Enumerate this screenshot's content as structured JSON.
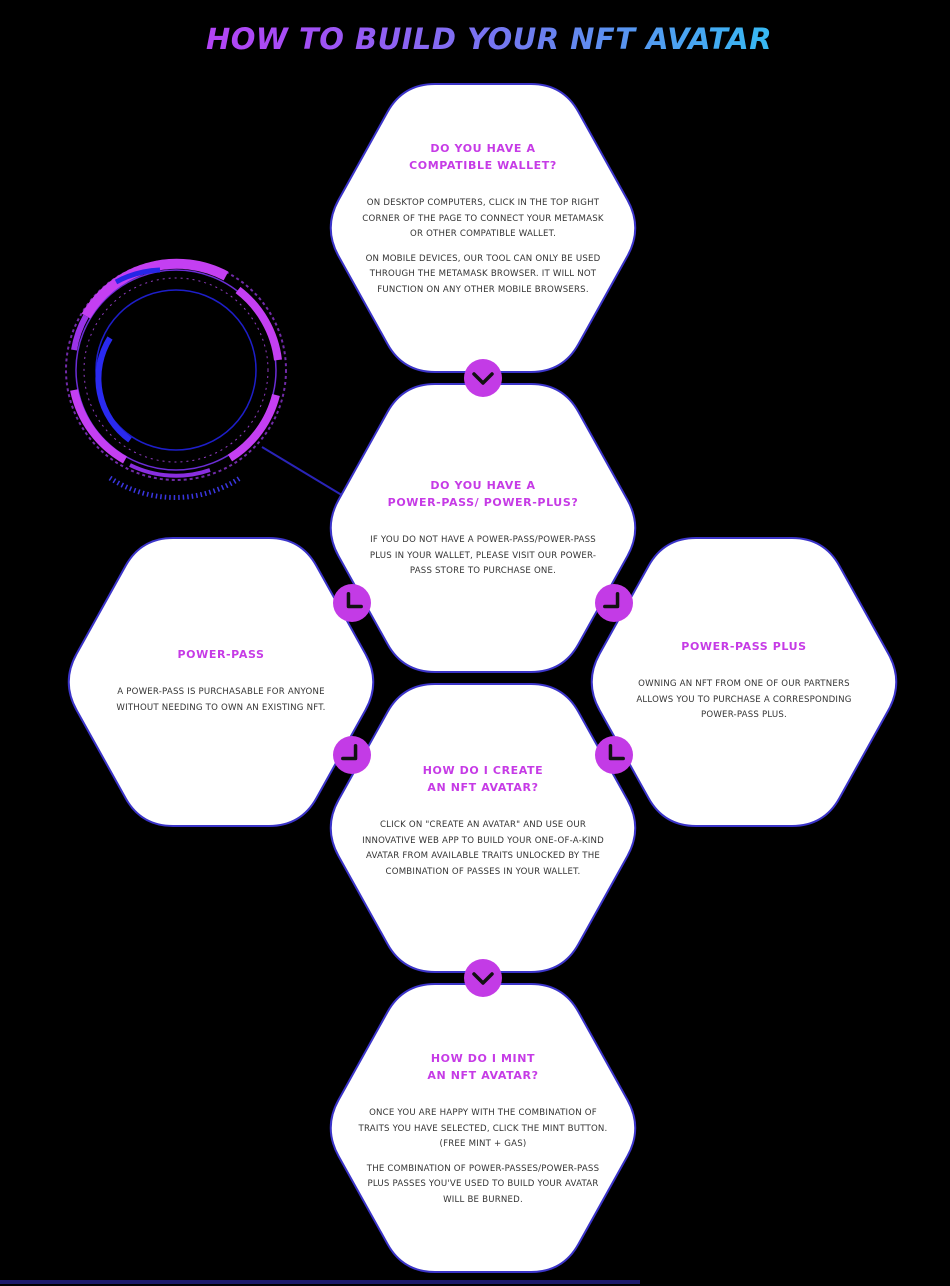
{
  "page": {
    "title": "HOW TO BUILD YOUR NFT AVATAR"
  },
  "colors": {
    "background": "#000000",
    "hex_fill": "#ffffff",
    "hex_outline": "#3b34c9",
    "title_accent": "#c63be6",
    "arrow_badge": "#c33be6",
    "gradient_start": "#d22ef7",
    "gradient_end": "#2ff0f2"
  },
  "steps": [
    {
      "id": "compatible-wallet",
      "title_lines": [
        "DO YOU HAVE A",
        "COMPATIBLE WALLET?"
      ],
      "paragraphs": [
        "ON DESKTOP COMPUTERS, CLICK IN THE TOP RIGHT CORNER OF THE PAGE TO CONNECT YOUR METAMASK OR OTHER COMPATIBLE WALLET.",
        "ON MOBILE DEVICES, OUR TOOL CAN ONLY BE USED THROUGH THE METAMASK BROWSER. IT WILL NOT FUNCTION ON ANY OTHER MOBILE BROWSERS."
      ]
    },
    {
      "id": "power-pass-question",
      "title_lines": [
        "DO YOU HAVE A",
        "POWER-PASS/ POWER-PLUS?"
      ],
      "paragraphs": [
        "IF YOU DO NOT HAVE A POWER-PASS/POWER-PASS PLUS IN YOUR WALLET, PLEASE VISIT OUR POWER-PASS STORE TO PURCHASE ONE."
      ]
    },
    {
      "id": "power-pass",
      "title_lines": [
        "POWER-PASS"
      ],
      "paragraphs": [
        "A POWER-PASS IS PURCHASABLE FOR ANYONE WITHOUT NEEDING TO OWN AN EXISTING NFT."
      ]
    },
    {
      "id": "power-pass-plus",
      "title_lines": [
        "POWER-PASS PLUS"
      ],
      "paragraphs": [
        "OWNING AN NFT FROM ONE OF OUR PARTNERS ALLOWS YOU TO PURCHASE A CORRESPONDING POWER-PASS PLUS."
      ]
    },
    {
      "id": "create-avatar",
      "title_lines": [
        "HOW DO I CREATE",
        "AN NFT AVATAR?"
      ],
      "paragraphs": [
        "CLICK ON \"CREATE AN AVATAR\" AND USE OUR INNOVATIVE WEB APP TO BUILD YOUR ONE-OF-A-KIND AVATAR FROM AVAILABLE TRAITS UNLOCKED BY THE COMBINATION OF PASSES IN YOUR WALLET."
      ]
    },
    {
      "id": "mint-avatar",
      "title_lines": [
        "HOW DO I MINT",
        "AN NFT AVATAR?"
      ],
      "paragraphs": [
        "ONCE YOU ARE HAPPY WITH THE COMBINATION OF TRAITS YOU HAVE SELECTED, CLICK THE MINT BUTTON. (FREE MINT + GAS)",
        "THE COMBINATION OF POWER-PASSES/POWER-PASS PLUS PASSES YOU'VE USED TO BUILD YOUR AVATAR WILL BE BURNED."
      ]
    }
  ],
  "connectors": [
    {
      "name": "arrow-wallet-to-pass",
      "icon": "chevron-down-icon"
    },
    {
      "name": "arrow-pass-to-powerpass",
      "icon": "chevron-down-left-icon"
    },
    {
      "name": "arrow-pass-to-plus",
      "icon": "chevron-down-right-icon"
    },
    {
      "name": "arrow-powerpass-to-create",
      "icon": "chevron-down-right-icon"
    },
    {
      "name": "arrow-plus-to-create",
      "icon": "chevron-down-left-icon"
    },
    {
      "name": "arrow-create-to-mint",
      "icon": "chevron-down-icon"
    }
  ]
}
